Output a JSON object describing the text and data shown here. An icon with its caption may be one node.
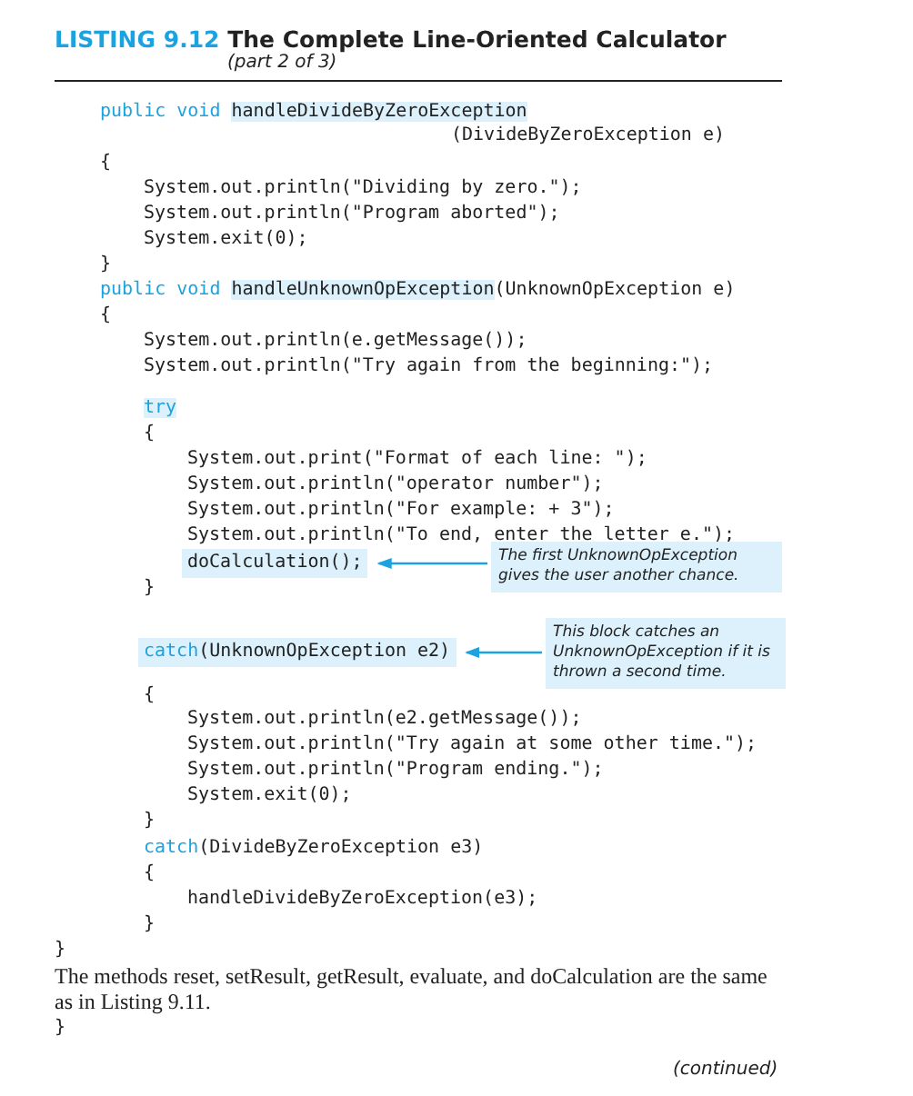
{
  "diagram": {
    "title": "LISTING 9.12 The Complete Line-Oriented Calculator",
    "nodes": [
      {
        "text": [
          "The first UnknownOpException gives the user another chance."
        ]
      },
      {
        "text": [
          "doCalculation();"
        ]
      },
      {
        "text": [
          "This block catches an UnknownOpException if it is thrown a second time."
        ]
      },
      {
        "text": [
          "catch(UnknownOpException e2)"
        ]
      }
    ],
    "edges": [
      {
        "from": 0,
        "to": 1,
        "arrow": "to"
      },
      {
        "from": 2,
        "to": 3,
        "arrow": "to"
      }
    ],
    "labels": [
      "(part 2 of 3)",
      "public void handleDivideByZeroException",
      "(DivideByZeroException e)",
      "{",
      "System.out.println(\"Dividing by zero.\");",
      "System.out.println(\"Program aborted\");",
      "System.exit(0);",
      "}",
      "public void handleUnknownOpException(UnknownOpException e)",
      "{",
      "System.out.println(e.getMessage());",
      "System.out.println(\"Try again from the beginning:\");",
      "try",
      "{",
      "System.out.print(\"Format of each line: \");",
      "System.out.println(\"operator number\");",
      "System.out.println(\"For example: + 3\");",
      "System.out.println(\"To end, enter the letter e.\");",
      "}",
      "{",
      "System.out.println(e2.getMessage());",
      "System.out.println(\"Try again at some other time.\");",
      "System.out.println(\"Program ending.\");",
      "System.exit(0);",
      "}",
      "catch(DivideByZeroException e3)",
      "{",
      "handleDivideByZeroException(e3);",
      "}",
      "}",
      "The methods reset, setResult, getResult, evaluate, and doCalculation are the same as in Listing 9.11.",
      "}",
      "(continued)"
    ]
  }
}
